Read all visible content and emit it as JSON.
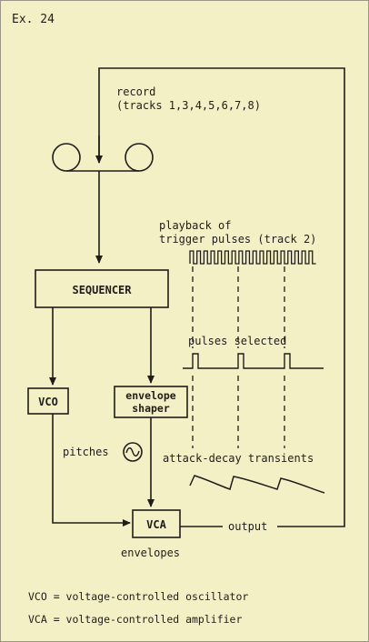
{
  "example_label": "Ex. 24",
  "record_line1": "record",
  "record_line2": "(tracks 1,3,4,5,6,7,8)",
  "playback_line1": "playback of",
  "playback_line2": "trigger pulses (track 2)",
  "sequencer": "SEQUENCER",
  "vco": "VCO",
  "envelope_line1": "envelope",
  "envelope_line2": "shaper",
  "pulses_selected": "pulses selected",
  "pitches": "pitches",
  "attack_decay": "attack-decay transients",
  "vca": "VCA",
  "output": "output",
  "envelopes": "envelopes",
  "legend_vco": "VCO = voltage-controlled oscillator",
  "legend_vca": "VCA = voltage-controlled amplifier"
}
